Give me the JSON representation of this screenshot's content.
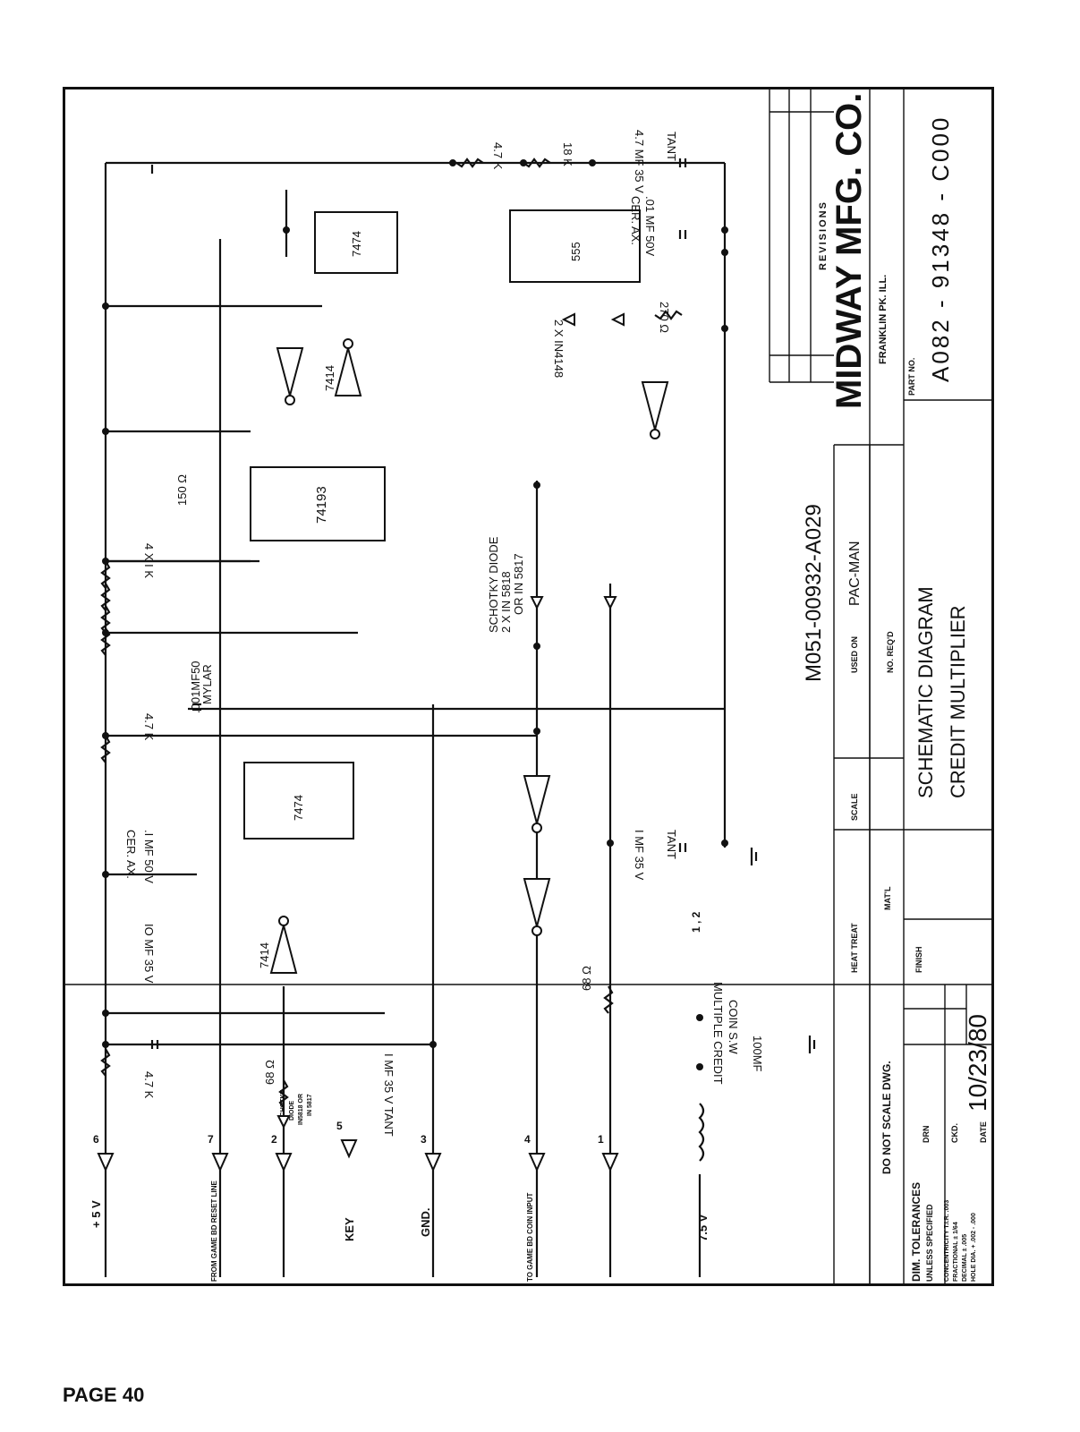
{
  "page_label": "PAGE 40",
  "title_block": {
    "company": "MIDWAY MFG. CO.",
    "location": "FRANKLIN PK. ILL.",
    "revisions": "REVISIONS",
    "part_no_label": "PART NO.",
    "part_no": "A082 - 91348 - C000",
    "drawing_no": "M051-00932-A029",
    "used_on_label": "USED ON",
    "used_on": "PAC-MAN",
    "no_reqd_label": "NO. REQ'D",
    "title_line1": "SCHEMATIC DIAGRAM",
    "title_line2": "CREDIT MULTIPLIER",
    "scale_label": "SCALE",
    "heat_treat_label": "HEAT TREAT",
    "matl_label": "MAT'L",
    "finish_label": "FINISH",
    "do_not_scale": "DO NOT SCALE DWG.",
    "tol_title": "DIM. TOLERANCES",
    "tol_sub": "UNLESS SPECIFIED",
    "tol_lines": [
      "CONCENTRICITY T.I.R. .003",
      "FRACTIONAL ± 1/64",
      "DECIMAL ± .005",
      "HOLE DIA. + .002 - .000"
    ],
    "drn_label": "DRN",
    "ckd_label": "CKD.",
    "date_label": "DATE",
    "date": "10/23/80"
  },
  "connectors": [
    {
      "pin": "6",
      "label": "+ 5 V"
    },
    {
      "pin": "7",
      "label": "FROM GAME BD RESET LINE"
    },
    {
      "pin": "2",
      "label": ""
    },
    {
      "pin": "5",
      "label": "KEY"
    },
    {
      "pin": "3",
      "label": "GND."
    },
    {
      "pin": "4",
      "label": "TO GAME BD COIN INPUT"
    },
    {
      "pin": "1",
      "label": ""
    },
    {
      "pin": "",
      "label": "7.5 V"
    }
  ],
  "ics": {
    "u_7474_top": "7474",
    "u_7474_bottom": "7474",
    "u_74193": "74193",
    "u_555": "555",
    "inverter_family": "7414"
  },
  "components": {
    "r_47k_left": "4.7 K",
    "r_47k_mid": "4.7 K",
    "r_47k_top": "4.7 K",
    "r_18k": "18 K",
    "r_150": "150 Ω",
    "r_4x1k": "4 X I K",
    "r_68_a": "68 Ω",
    "r_68_b": "68 Ω",
    "r_270": "270 Ω",
    "c_1mf35_tant": "I MF 35 V TANT",
    "c_10mf35": "IO MF 35 V",
    "c_01mf50_a": ".I MF 50 V",
    "c_cerax_a": "CER. AX.",
    "c_001_mylar_1": ".001MF50",
    "c_001_mylar_2": "MYLAR",
    "c_01mf50_b": ".01 MF 50V",
    "c_cerax_b": "CER. AX.",
    "c_47mf35": "4.7 MF 35 V",
    "c_tant_top": "TANT",
    "c_1mf35": "I MF 35 V",
    "c_tant_mid": "TANT",
    "c_100mf": "100MF",
    "schottky_1": "SCHOTKY DIODE",
    "schottky_2": "2 X IN 5818",
    "schottky_3": "OR IN 5817",
    "schottky_small_1": "SCHOTKY",
    "schottky_small_2": "DIODE",
    "schottky_small_3": "IN5818 OR",
    "schottky_small_4": "IN 5817",
    "diodes_1n4148": "2 X IN4148",
    "switch_label_1": "MULTIPLE CREDIT",
    "switch_label_2": "COIN S.W",
    "sw_pins": "1 , 2"
  }
}
